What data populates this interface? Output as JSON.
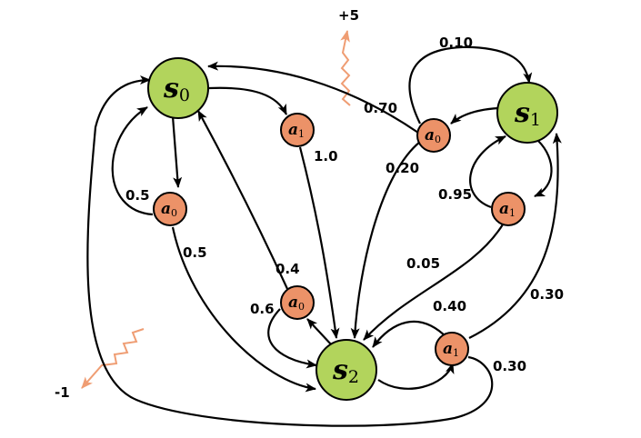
{
  "states": [
    {
      "id": "s0",
      "main": "s",
      "sub": "0"
    },
    {
      "id": "s1",
      "main": "s",
      "sub": "1"
    },
    {
      "id": "s2",
      "main": "s",
      "sub": "2"
    }
  ],
  "actions": [
    {
      "id": "s0a0",
      "main": "a",
      "sub": "0"
    },
    {
      "id": "s0a1",
      "main": "a",
      "sub": "1"
    },
    {
      "id": "s1a0",
      "main": "a",
      "sub": "0"
    },
    {
      "id": "s1a1",
      "main": "a",
      "sub": "1"
    },
    {
      "id": "s2a0",
      "main": "a",
      "sub": "0"
    },
    {
      "id": "s2a1",
      "main": "a",
      "sub": "1"
    }
  ],
  "transitions": [
    {
      "from": "s0a0",
      "to": "s0",
      "prob": "0.5"
    },
    {
      "from": "s0a0",
      "to": "s2",
      "prob": "0.5"
    },
    {
      "from": "s0a1",
      "to": "s2",
      "prob": "1.0"
    },
    {
      "from": "s1a0",
      "to": "s0",
      "prob": "0.70"
    },
    {
      "from": "s1a0",
      "to": "s1",
      "prob": "0.10"
    },
    {
      "from": "s1a0",
      "to": "s2",
      "prob": "0.20"
    },
    {
      "from": "s1a1",
      "to": "s1",
      "prob": "0.95"
    },
    {
      "from": "s1a1",
      "to": "s2",
      "prob": "0.05"
    },
    {
      "from": "s2a0",
      "to": "s0",
      "prob": "0.4"
    },
    {
      "from": "s2a0",
      "to": "s2",
      "prob": "0.6"
    },
    {
      "from": "s2a1",
      "to": "s0",
      "prob": "0.30"
    },
    {
      "from": "s2a1",
      "to": "s1",
      "prob": "0.30"
    },
    {
      "from": "s2a1",
      "to": "s2",
      "prob": "0.40"
    }
  ],
  "rewards": [
    {
      "on": "s1a0-to-s0",
      "value": "+5"
    },
    {
      "on": "s2a1-to-s0",
      "value": "-1"
    }
  ],
  "colors": {
    "state_fill": "#b2d45c",
    "action_fill": "#ec9268",
    "reward_arrow": "#ef9d73",
    "edge": "#000000"
  }
}
